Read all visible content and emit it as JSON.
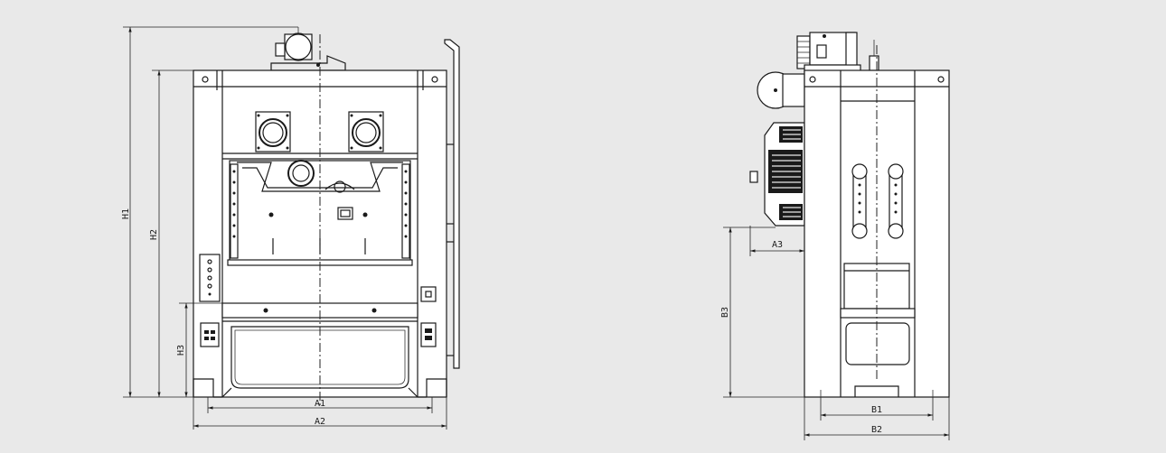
{
  "colors": {
    "background": "#e9e9e9",
    "line": "#1a1a1a",
    "fill": "#ffffff"
  },
  "front_view": {
    "dim_labels": {
      "h1": "H1",
      "h2": "H2",
      "h3": "H3",
      "a1": "A1",
      "a2": "A2"
    }
  },
  "side_view": {
    "dim_labels": {
      "a3": "A3",
      "b3": "B3",
      "b1": "B1",
      "b2": "B2"
    }
  }
}
